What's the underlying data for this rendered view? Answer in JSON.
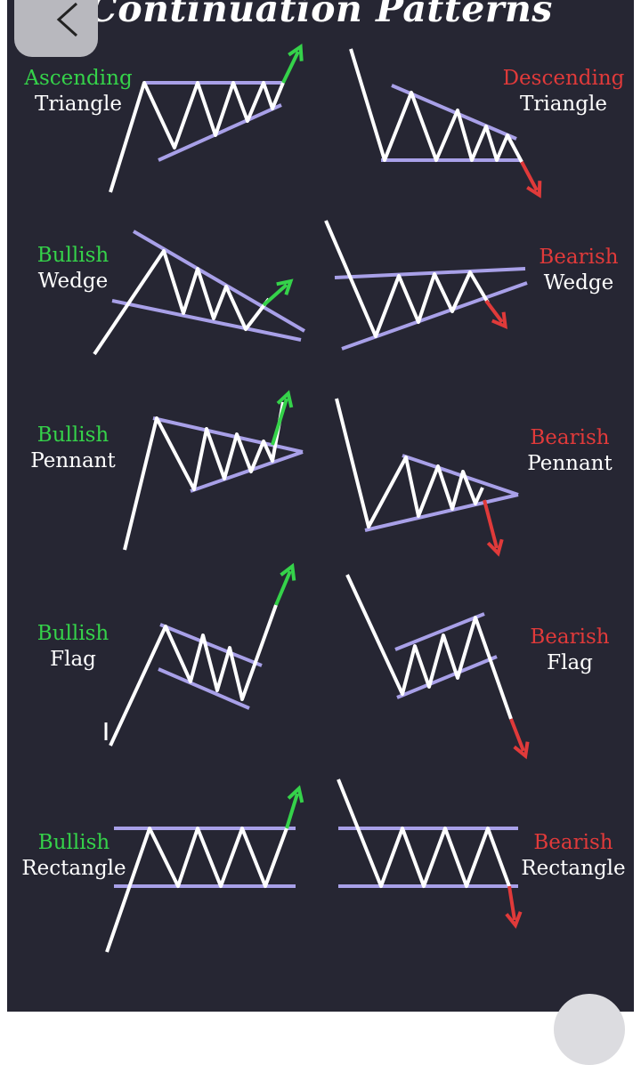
{
  "title": "Continuation Patterns",
  "colors": {
    "background": "#262633",
    "bullish": "#35d24a",
    "bearish": "#e03a3a",
    "boundary": "#a8a0e8",
    "price": "#ffffff"
  },
  "back_button": {
    "icon": "chevron-left-icon"
  },
  "patterns": [
    {
      "id": "ascending-triangle",
      "color_word": "Ascending",
      "name": "Triangle",
      "tone": "green"
    },
    {
      "id": "descending-triangle",
      "color_word": "Descending",
      "name": "Triangle",
      "tone": "red"
    },
    {
      "id": "bullish-wedge",
      "color_word": "Bullish",
      "name": "Wedge",
      "tone": "green"
    },
    {
      "id": "bearish-wedge",
      "color_word": "Bearish",
      "name": "Wedge",
      "tone": "red"
    },
    {
      "id": "bullish-pennant",
      "color_word": "Bullish",
      "name": "Pennant",
      "tone": "green"
    },
    {
      "id": "bearish-pennant",
      "color_word": "Bearish",
      "name": "Pennant",
      "tone": "red"
    },
    {
      "id": "bullish-flag",
      "color_word": "Bullish",
      "name": "Flag",
      "tone": "green"
    },
    {
      "id": "bearish-flag",
      "color_word": "Bearish",
      "name": "Flag",
      "tone": "red"
    },
    {
      "id": "bullish-rectangle",
      "color_word": "Bullish",
      "name": "Rectangle",
      "tone": "green"
    },
    {
      "id": "bearish-rectangle",
      "color_word": "Bearish",
      "name": "Rectangle",
      "tone": "red"
    }
  ]
}
